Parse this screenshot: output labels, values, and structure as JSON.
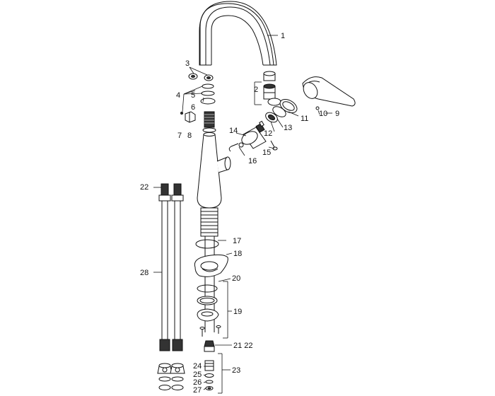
{
  "labels": {
    "l1": "1",
    "l2": "2",
    "l3": "3",
    "l4": "4",
    "l5": "5",
    "l6": "6",
    "l7": "7",
    "l8": "8",
    "l9": "9",
    "l10": "10",
    "l11": "11",
    "l12": "12",
    "l13": "13",
    "l14": "14",
    "l15": "15",
    "l16": "16",
    "l17": "17",
    "l18": "18",
    "l19": "19",
    "l20": "20",
    "l21_22": "21 22",
    "l22": "22",
    "l23": "23",
    "l24": "24",
    "l25": "25",
    "l26": "26",
    "l27": "27",
    "l28": "28"
  }
}
